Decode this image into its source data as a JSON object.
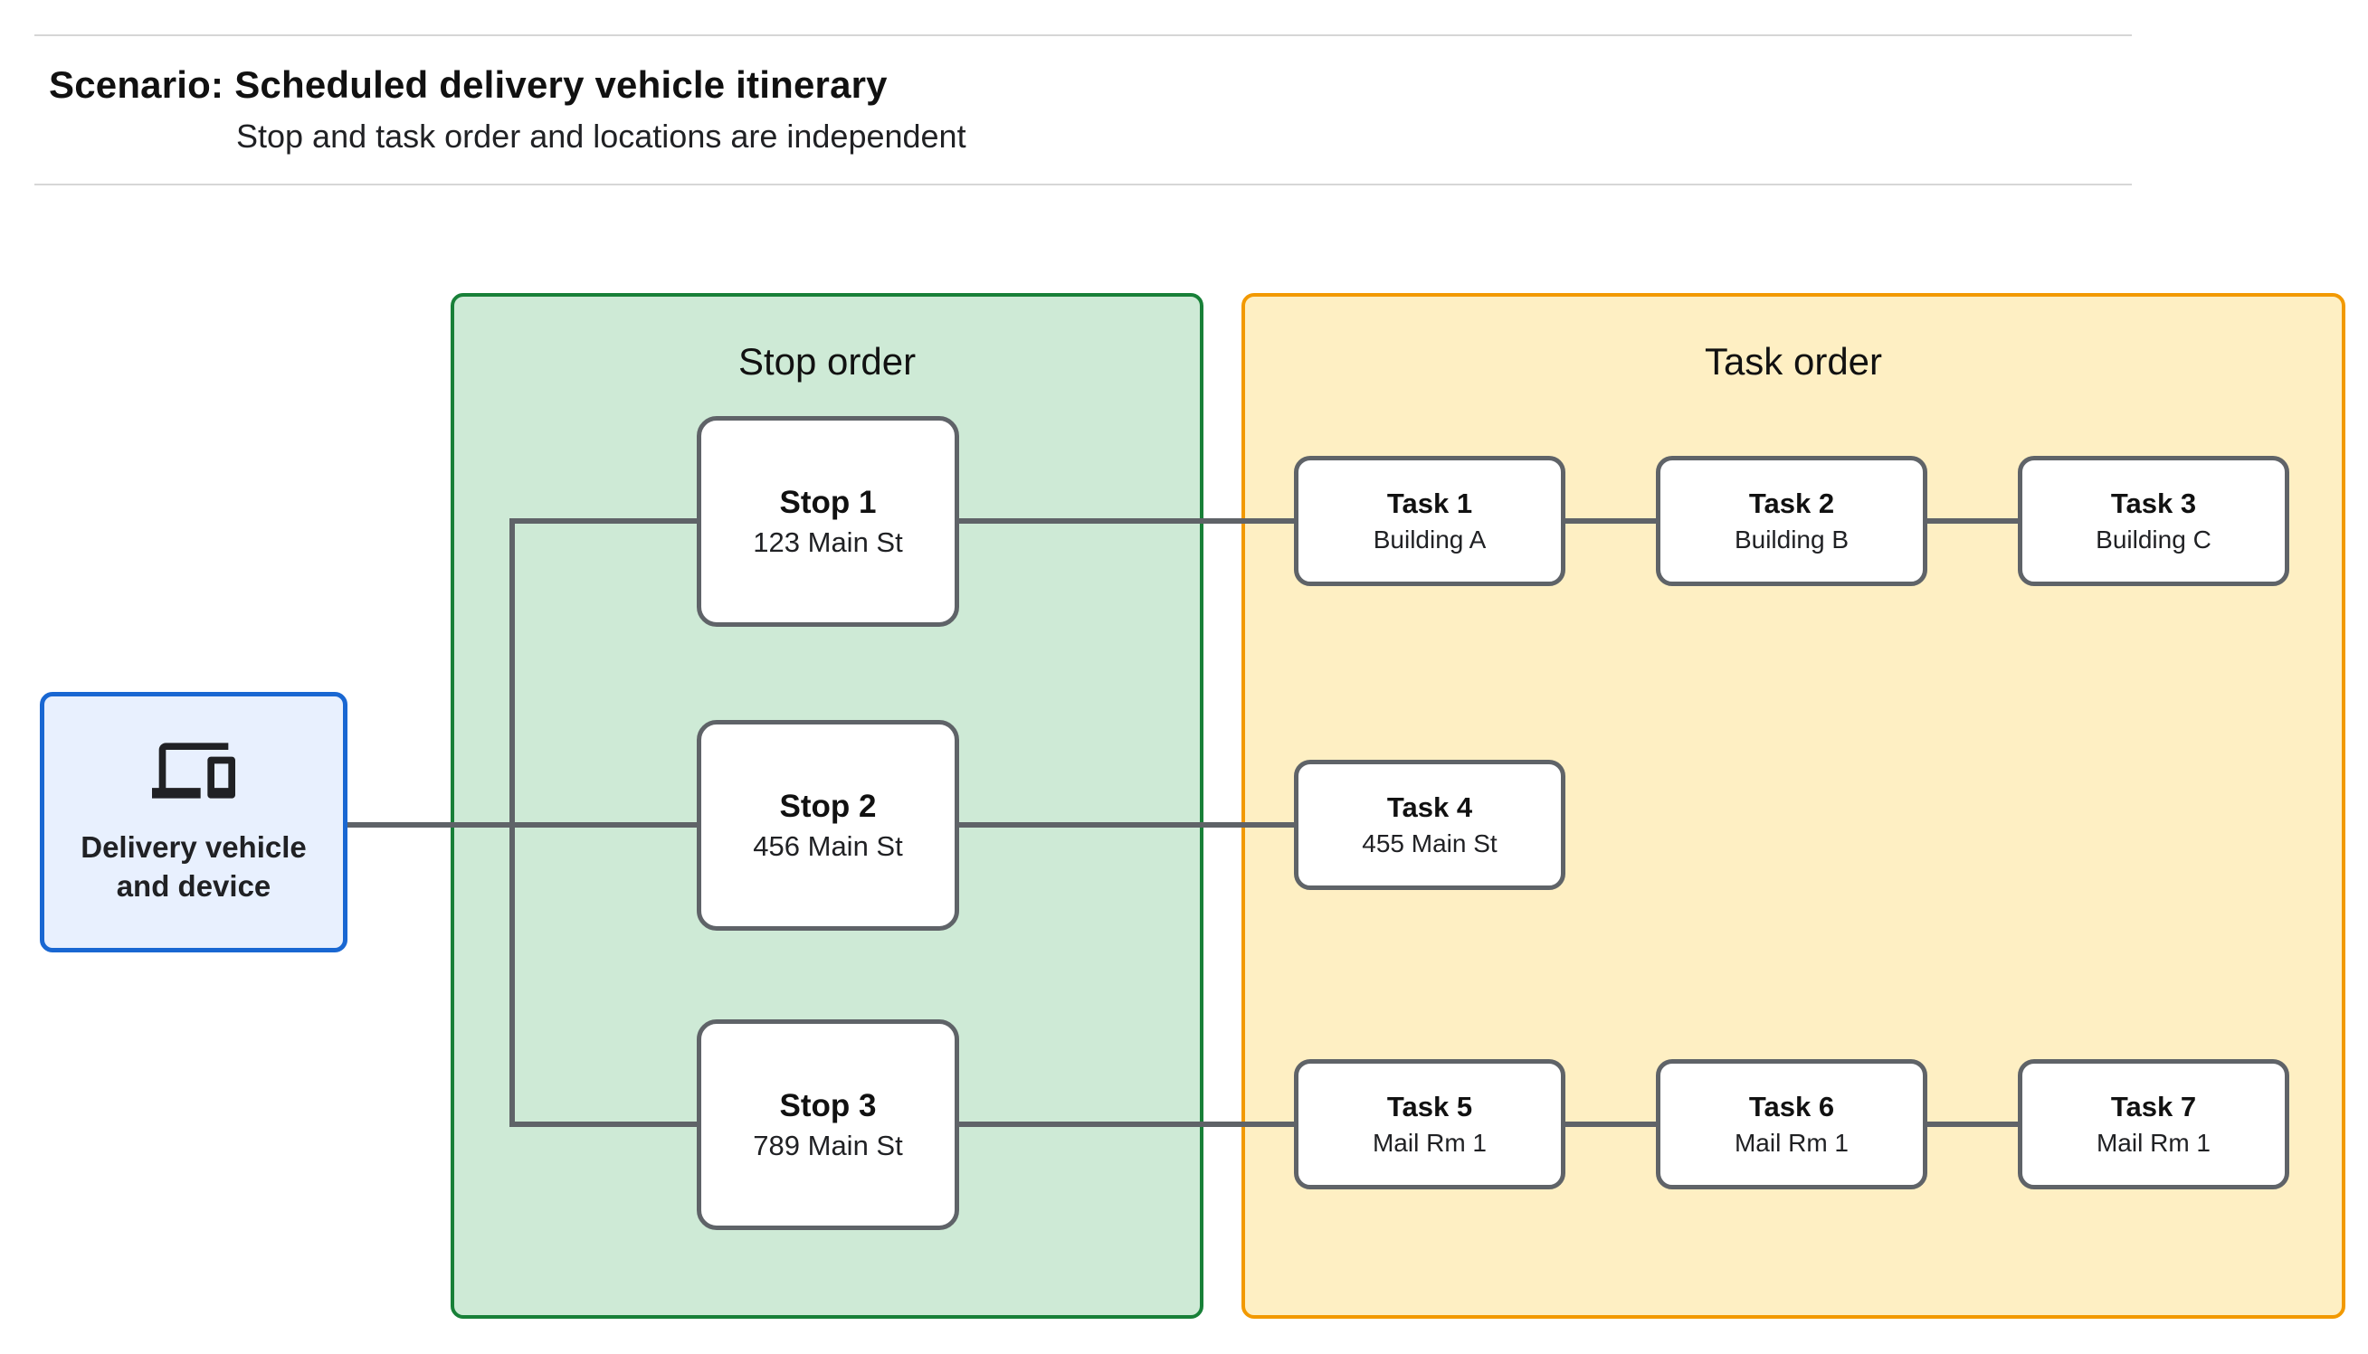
{
  "header": {
    "scenario_label": "Scenario:",
    "title": "Scheduled delivery vehicle itinerary",
    "subtitle": "Stop and task order and locations are independent"
  },
  "delivery_node": {
    "icon": "devices-icon",
    "label_line1": "Delivery vehicle",
    "label_line2": "and device"
  },
  "stop_panel": {
    "title": "Stop order",
    "stops": [
      {
        "title": "Stop 1",
        "subtitle": "123 Main St"
      },
      {
        "title": "Stop 2",
        "subtitle": "456 Main St"
      },
      {
        "title": "Stop 3",
        "subtitle": "789 Main St"
      }
    ]
  },
  "task_panel": {
    "title": "Task order",
    "tasks": [
      {
        "title": "Task 1",
        "subtitle": "Building A"
      },
      {
        "title": "Task 2",
        "subtitle": "Building B"
      },
      {
        "title": "Task 3",
        "subtitle": "Building C"
      },
      {
        "title": "Task 4",
        "subtitle": "455 Main St"
      },
      {
        "title": "Task 5",
        "subtitle": "Mail Rm 1"
      },
      {
        "title": "Task 6",
        "subtitle": "Mail Rm 1"
      },
      {
        "title": "Task 7",
        "subtitle": "Mail Rm 1"
      }
    ]
  },
  "colors": {
    "page-bg": "#ffffff",
    "rule": "#d6d6d6",
    "text-primary": "#111111",
    "text-secondary": "#202124",
    "stop-panel-fill": "#ceead6",
    "stop-panel-border": "#188038",
    "task-panel-fill": "#feefc3",
    "task-panel-border": "#f29900",
    "node-fill": "#ffffff",
    "node-border": "#5f6368",
    "delivery-fill": "#e8f0fe",
    "delivery-border": "#1967d2",
    "icon": "#202124",
    "connector": "#5f6368"
  }
}
